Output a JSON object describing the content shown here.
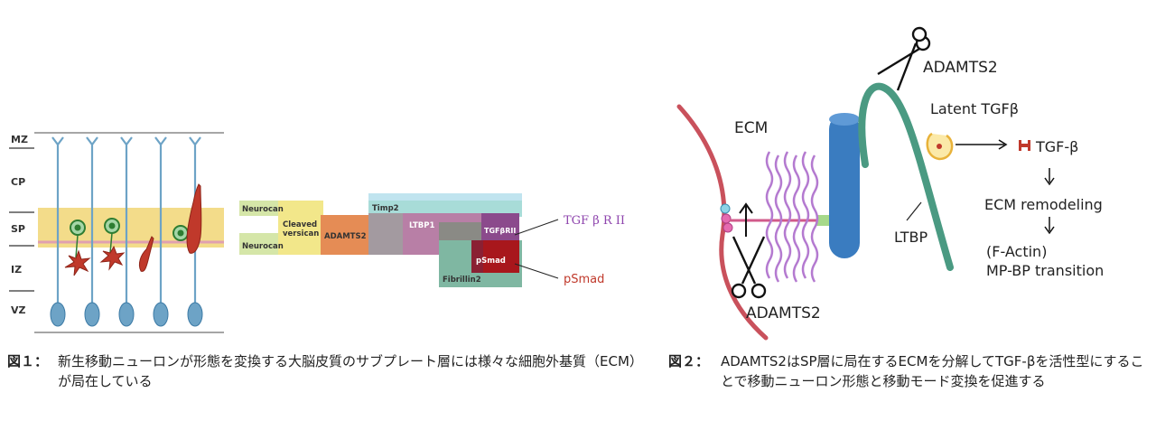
{
  "figure1": {
    "layers": [
      "MZ",
      "CP",
      "SP",
      "IZ",
      "VZ"
    ],
    "boxes": {
      "neurocan_top": "Neurocan",
      "neurocan_bottom": "Neurocan",
      "cleaved_versican": "Cleaved versican",
      "adamts2": "ADAMTS2",
      "timp2": "Timp2",
      "ltbp1": "LTBP1",
      "tgfbrii": "TGFβRII",
      "psmad": "pSmad",
      "fibrillin2": "Fibrillin2"
    },
    "callouts": {
      "tgf": "TGF β R II",
      "psmad": "pSmad"
    },
    "colors": {
      "sp_band": "#f3dc8a",
      "neuron": "#6da3c6",
      "red_cell": "#c0392b",
      "green_nucleus": "#2e7d32",
      "tgf_callout": "#8e44ad",
      "psmad_callout": "#c0392b"
    }
  },
  "figure2": {
    "labels": {
      "ecm": "ECM",
      "adamts2_top": "ADAMTS2",
      "adamts2_bottom": "ADAMTS2",
      "latent_tgf": "Latent TGFβ",
      "ltbp": "LTBP",
      "tgf_beta": "TGF-β",
      "ecm_remodeling": "ECM remodeling",
      "f_actin": "(F-Actin)",
      "mp_bp": "MP-BP transition"
    },
    "colors": {
      "membrane": "#c9515c",
      "cylinder": "#3a7cc0",
      "ltbp": "#4a9a82",
      "purple": "#b47ad0",
      "latent": "#e8b23a"
    }
  },
  "captions": {
    "fig1_label": "図１：",
    "fig1_text": "新生移動ニューロンが形態を変換する大脳皮質のサブプレート層には様々な細胞外基質（ECM）が局在している",
    "fig2_label": "図２：",
    "fig2_text": "ADAMTS2はSP層に局在するECMを分解してTGF-βを活性型にすることで移動ニューロン形態と移動モード変換を促進する"
  }
}
